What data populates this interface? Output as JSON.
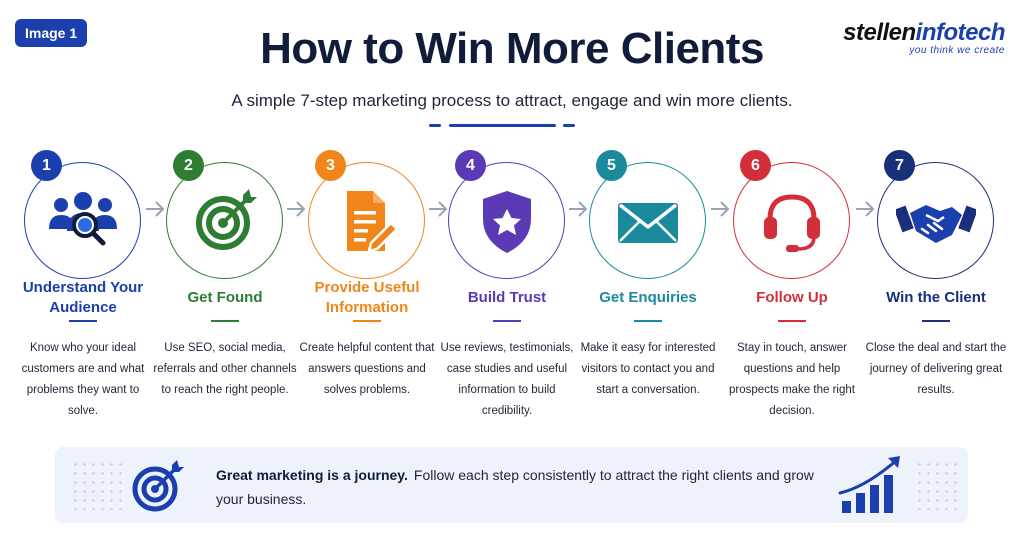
{
  "badge": "Image 1",
  "title": "How to Win More Clients",
  "subtitle": "A simple 7-step marketing process to attract, engage and win more clients.",
  "logo": {
    "part1": "stellen",
    "part2": "infotech",
    "tagline": "you think we create"
  },
  "steps": [
    {
      "num": "1",
      "title": "Understand Your Audience",
      "desc": "Know who your ideal customers are and what problems they want to solve.",
      "color": "#1c3fae",
      "icon": "audience-search-icon"
    },
    {
      "num": "2",
      "title": "Get Found",
      "desc": "Use SEO, social media, referrals and other channels to reach the right people.",
      "color": "#2e7d32",
      "icon": "target-icon"
    },
    {
      "num": "3",
      "title": "Provide Useful Information",
      "desc": "Create helpful content that answers questions and solves problems.",
      "color": "#f0861a",
      "icon": "document-edit-icon"
    },
    {
      "num": "4",
      "title": "Build Trust",
      "desc": "Use reviews, testimonials, case studies and useful information to build credibility.",
      "color": "#5b3ab5",
      "icon": "shield-star-icon"
    },
    {
      "num": "5",
      "title": "Get Enquiries",
      "desc": "Make it easy for interested visitors to contact you and start a conversation.",
      "color": "#1b8a9c",
      "icon": "envelope-icon"
    },
    {
      "num": "6",
      "title": "Follow Up",
      "desc": "Stay in touch, answer questions and help prospects make the right decision.",
      "color": "#d32f3a",
      "icon": "headset-icon"
    },
    {
      "num": "7",
      "title": "Win the Client",
      "desc": "Close the deal and start the journey of delivering great results.",
      "color": "#1a2f7a",
      "icon": "handshake-icon"
    }
  ],
  "banner": {
    "bold": "Great marketing is a journey.",
    "text": "Follow each step consistently to attract the right clients and grow your business."
  }
}
